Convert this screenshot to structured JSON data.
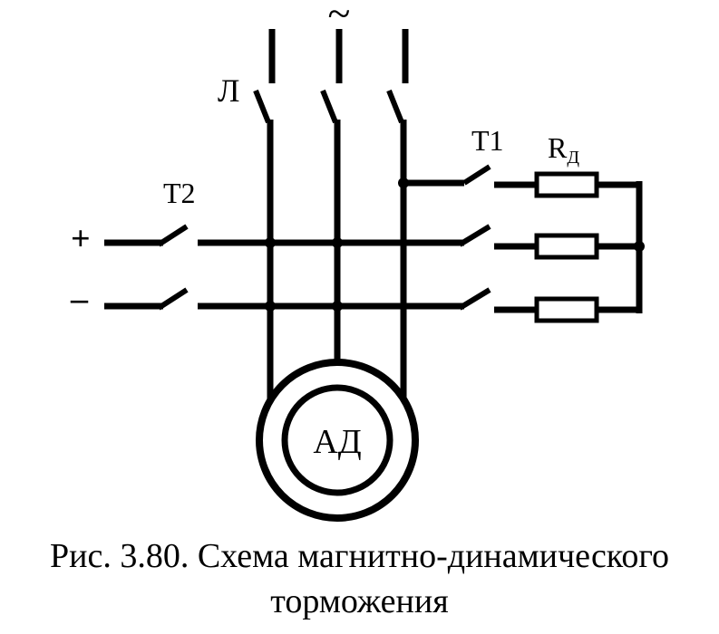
{
  "diagram": {
    "supply_symbol": "~",
    "label_contactor": "Л",
    "label_t1": "T1",
    "label_t2": "T2",
    "label_resistor_base": "R",
    "label_resistor_sub": "Д",
    "label_plus": "+",
    "label_minus": "–",
    "label_motor": "АД"
  },
  "caption": {
    "line1": "Рис. 3.80. Схема магнитно-динамического",
    "line2": "торможения"
  }
}
